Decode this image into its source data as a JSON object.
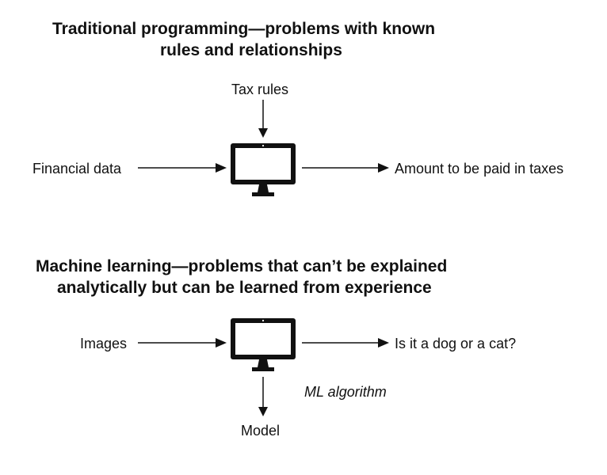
{
  "colors": {
    "ink": "#111111",
    "background": "#ffffff"
  },
  "traditional": {
    "title_line1": "Traditional programming—problems with known",
    "title_line2": "rules and relationships",
    "rules_label": "Tax rules",
    "input_label": "Financial data",
    "output_label": "Amount to be paid in taxes",
    "computer_icon": "computer-monitor-icon"
  },
  "machine_learning": {
    "title_line1": "Machine learning—problems that can’t be explained",
    "title_line2": "analytically but can be learned from experience",
    "input_label": "Images",
    "output_label": "Is it a dog or a cat?",
    "algorithm_label": "ML algorithm",
    "model_label": "Model",
    "computer_icon": "computer-monitor-icon"
  }
}
